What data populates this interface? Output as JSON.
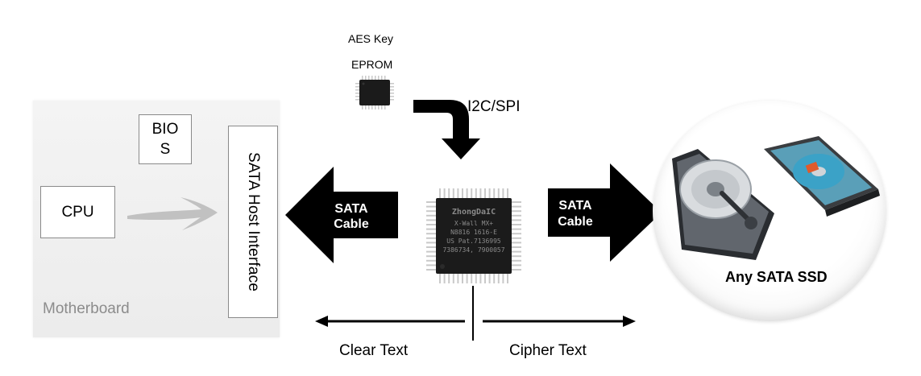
{
  "motherboard": {
    "label": "Motherboard",
    "bios_label": "BIOS",
    "cpu_label": "CPU",
    "host_interface_label": "SATA Host Interface"
  },
  "eprom": {
    "line1": "AES Key",
    "line2": "EPROM"
  },
  "bus_label": "I2C/SPI",
  "controller_chip": {
    "brand": "ZhongDaIC",
    "lines": [
      "X-Wall MX+",
      "N8816 1616-E",
      "US Pat.7136995",
      "7386734, 7900057"
    ]
  },
  "left_cable": {
    "line1": "SATA",
    "line2": "Cable"
  },
  "right_cable": {
    "line1": "SATA",
    "line2": "Cable"
  },
  "ssd_label": "Any SATA SSD",
  "clear_text_label": "Clear Text",
  "cipher_text_label": "Cipher Text"
}
